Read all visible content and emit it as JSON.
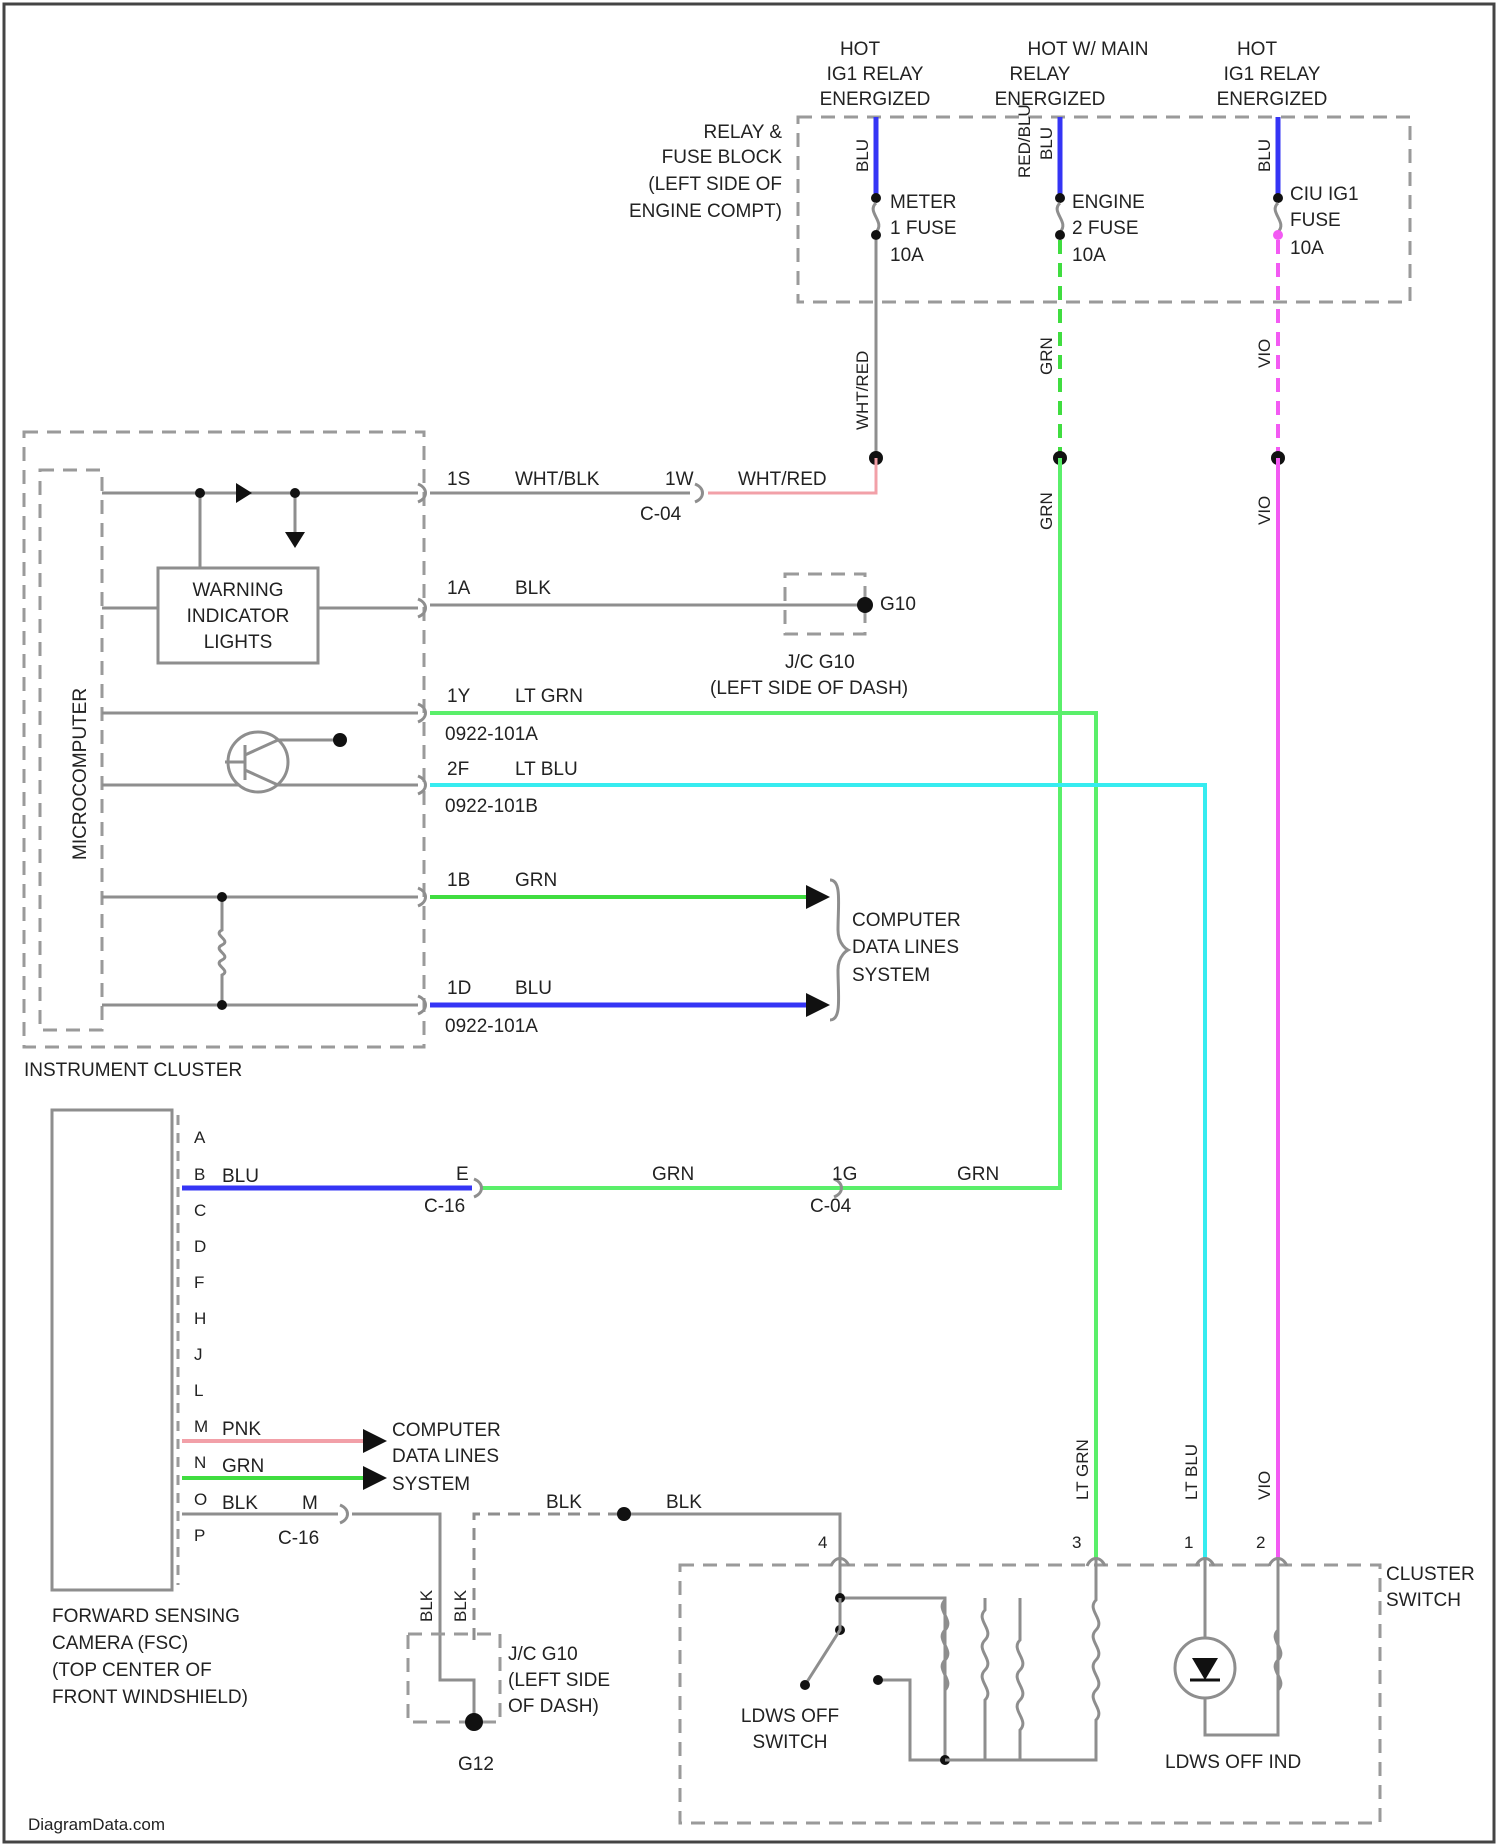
{
  "hot_labels": {
    "h1": [
      "HOT",
      "IG1 RELAY",
      "ENERGIZED"
    ],
    "h2": [
      "HOT W/ MAIN",
      "RELAY",
      "ENERGIZED"
    ],
    "h3": [
      "HOT",
      "IG1 RELAY",
      "ENERGIZED"
    ]
  },
  "relay_block": [
    "RELAY &",
    "FUSE BLOCK",
    "(LEFT SIDE OF",
    "ENGINE COMPT)"
  ],
  "fuses": {
    "f1": [
      "METER",
      "1 FUSE",
      "10A"
    ],
    "f2": [
      "ENGINE",
      "2 FUSE",
      "10A"
    ],
    "f3": [
      "CIU IG1",
      "FUSE",
      "10A"
    ]
  },
  "wire_colors": {
    "blu": "BLU",
    "red_blu": "RED/BLU",
    "wht_red": "WHT/RED",
    "grn": "GRN",
    "vio": "VIO",
    "wht_blk": "WHT/BLK",
    "blk": "BLK",
    "lt_grn": "LT GRN",
    "lt_blu": "LT BLU",
    "pnk": "PNK"
  },
  "cluster_pins": {
    "p1": "1S",
    "p2": "1A",
    "p3": "1Y",
    "p4": "2F",
    "p5": "1B",
    "p6": "1D"
  },
  "connectors": {
    "c1": "1W",
    "c1_id": "C-04",
    "can_a": "0922-101A",
    "can_b": "0922-101B",
    "can_a2": "0922-101A"
  },
  "ground_jc": {
    "g": "G10",
    "jc": [
      "J/C G10",
      "(LEFT SIDE OF DASH)"
    ]
  },
  "microcomputer": "MICROCOMPUTER",
  "warning_lights": [
    "WARNING",
    "INDICATOR",
    "LIGHTS"
  ],
  "data_lines": [
    "COMPUTER",
    "DATA LINES",
    "SYSTEM"
  ],
  "instrument_cluster": "INSTRUMENT CLUSTER",
  "camera_pins": [
    "A",
    "B",
    "C",
    "D",
    "F",
    "H",
    "J",
    "L",
    "M",
    "N",
    "O",
    "P"
  ],
  "camera_conn": {
    "pin_e": "E",
    "c16": "C-16",
    "pin_1g": "1G",
    "c04": "C-04",
    "pin_m": "M",
    "c16b": "C-16"
  },
  "camera": [
    "FORWARD SENSING",
    "CAMERA (FSC)",
    "(TOP CENTER OF",
    "FRONT WINDSHIELD)"
  ],
  "jc_bottom": [
    "J/C G10",
    "(LEFT SIDE",
    "OF DASH)"
  ],
  "g12": "G12",
  "switch_pins": {
    "p4": "4",
    "p3": "3",
    "p1": "1",
    "p2": "2"
  },
  "cluster_switch": [
    "CLUSTER",
    "SWITCH"
  ],
  "ldws_switch": [
    "LDWS OFF",
    "SWITCH"
  ],
  "ldws_ind": "LDWS OFF IND",
  "watermark": "DiagramData.com"
}
